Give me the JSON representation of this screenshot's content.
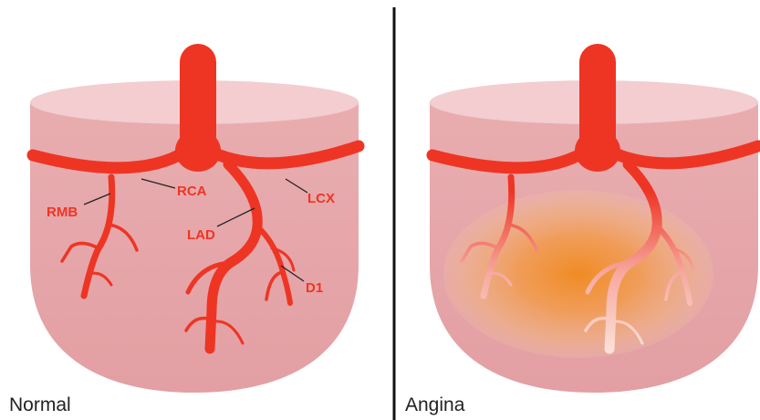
{
  "panels": [
    {
      "caption": "Normal"
    },
    {
      "caption": "Angina"
    }
  ],
  "labels": {
    "rca": "RCA",
    "rmb": "RMB",
    "lcx": "LCX",
    "lad": "LAD",
    "d1": "D1"
  },
  "colors": {
    "artery": "#ee3524",
    "heart_body": "#e6a7aa",
    "heart_top": "#f3cdcf",
    "ischemia": "#f08a1c",
    "divider": "#111111"
  }
}
